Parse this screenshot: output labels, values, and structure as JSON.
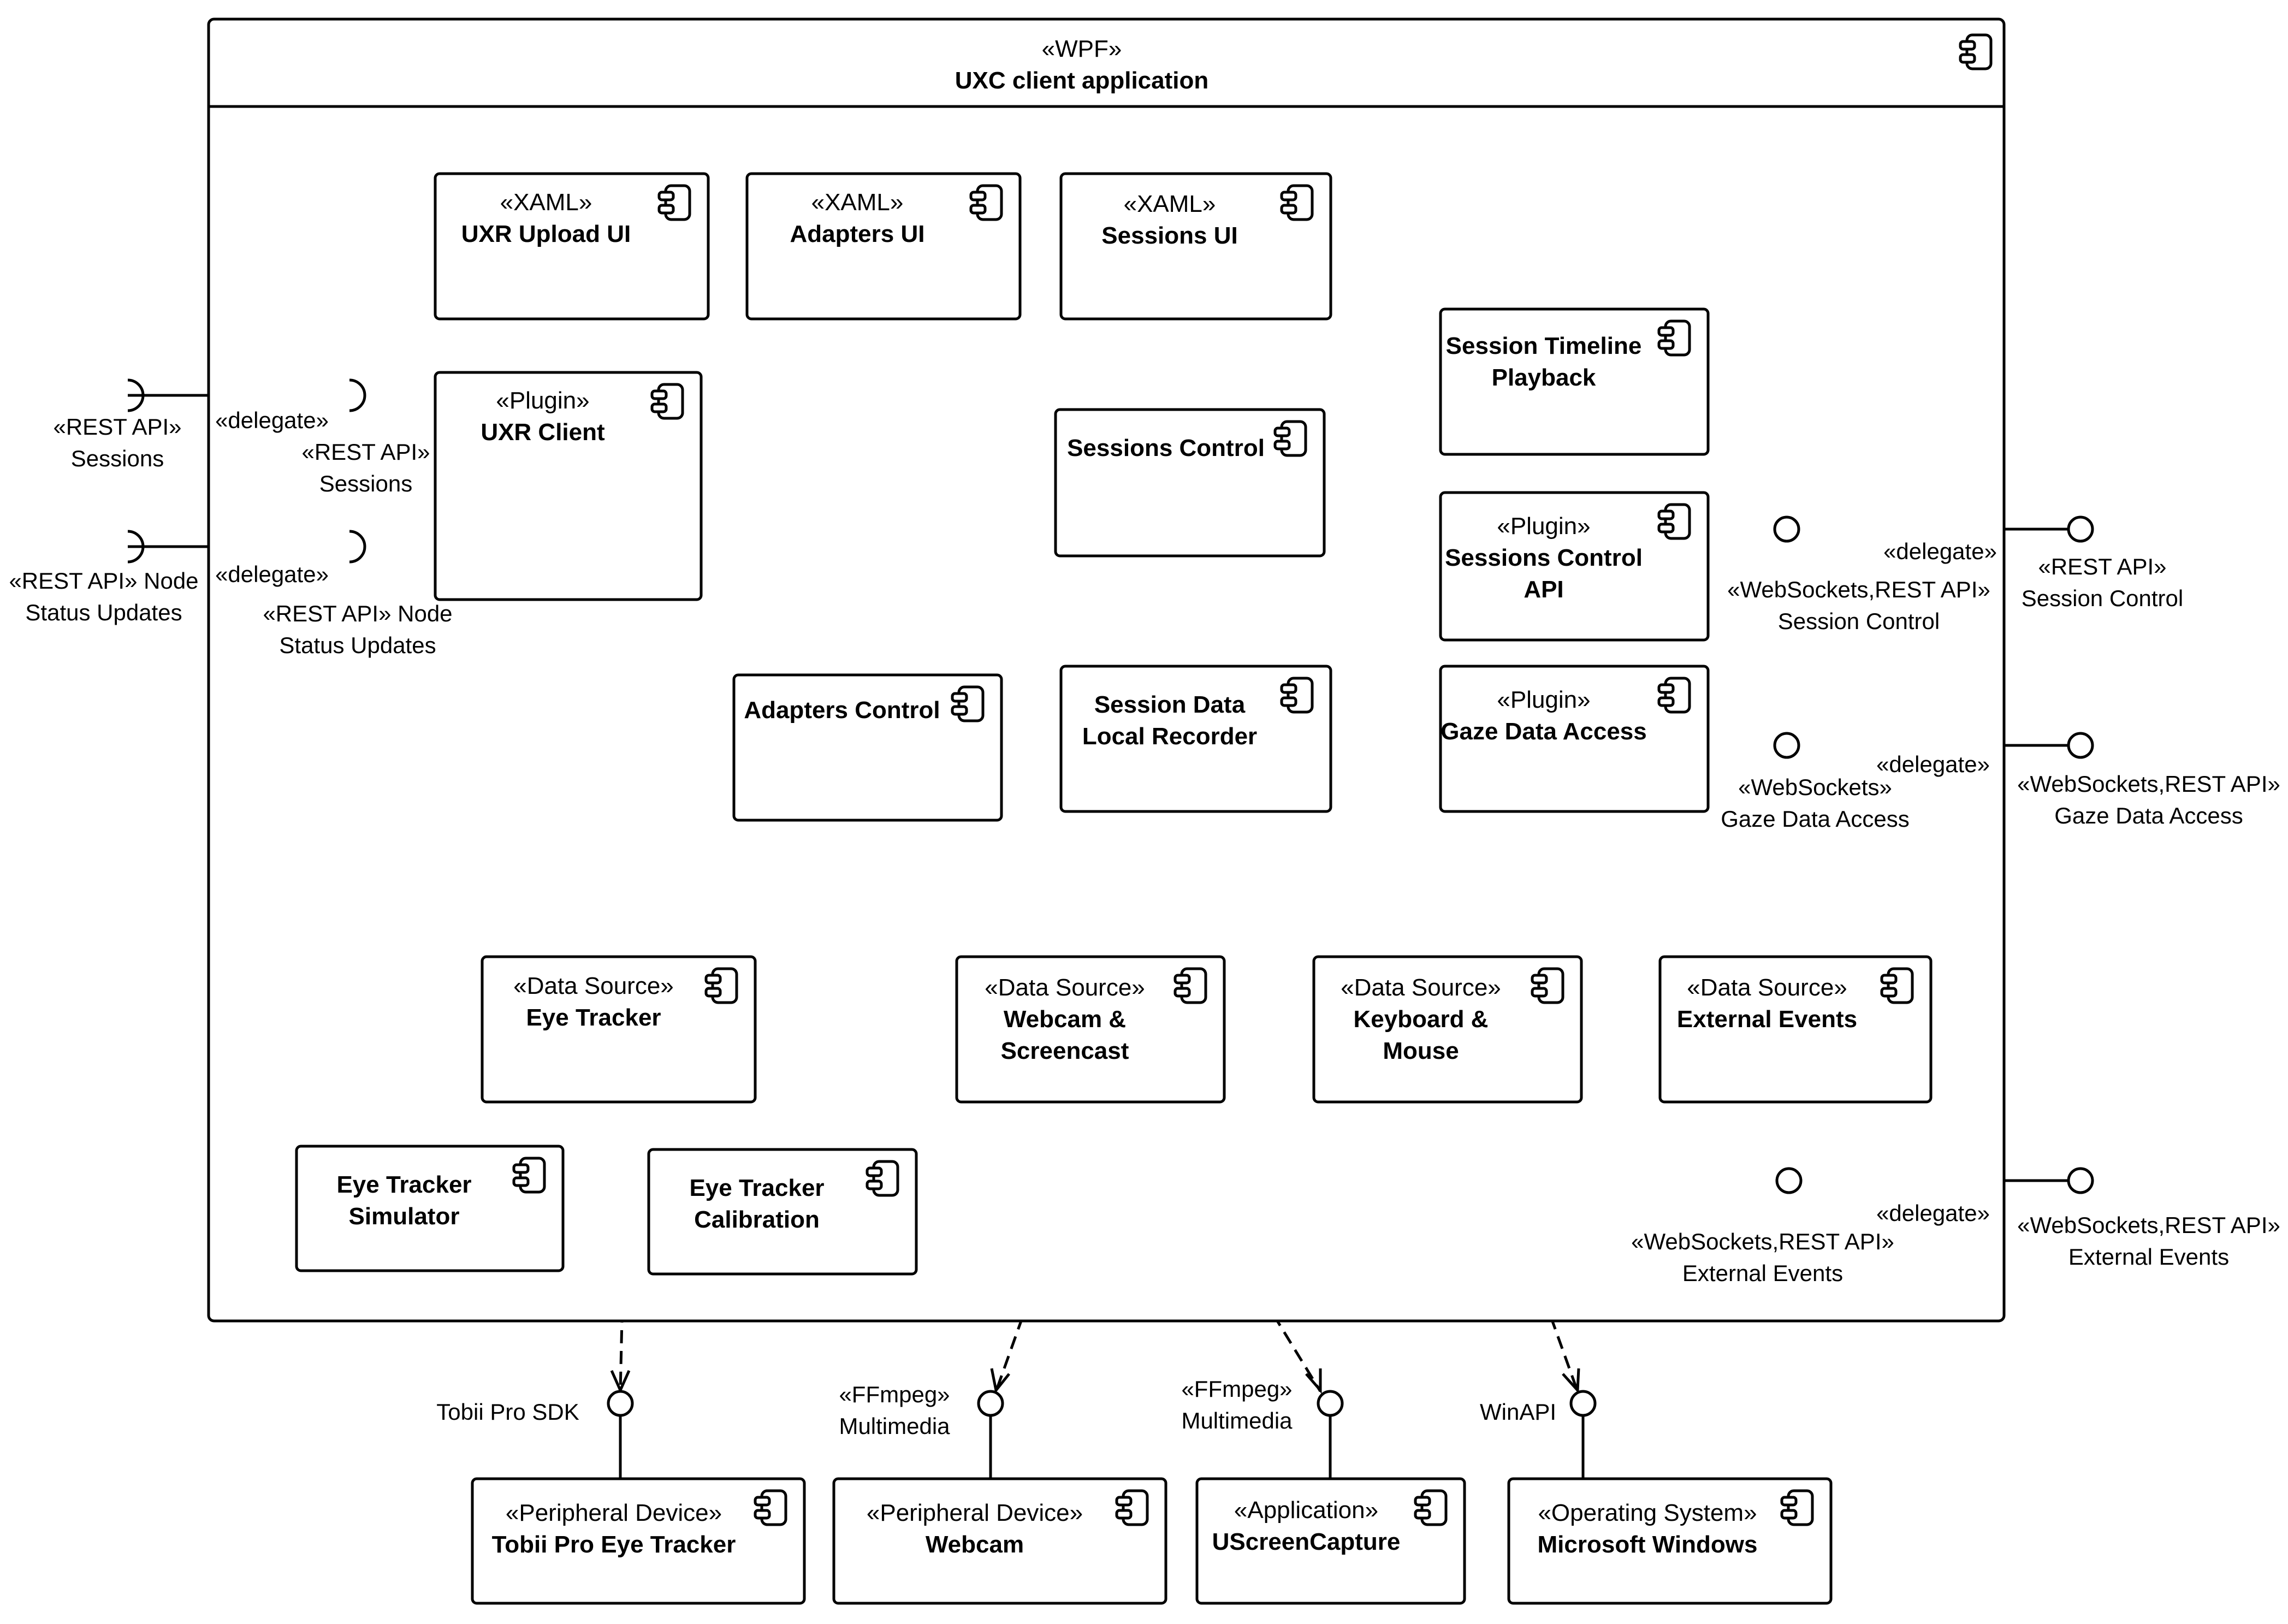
{
  "container": {
    "stereotype": "«WPF»",
    "name": "UXC client application",
    "icon": "component-icon"
  },
  "components": {
    "uxr_upload_ui": {
      "stereotype": "«XAML»",
      "name": [
        "UXR Upload UI"
      ]
    },
    "adapters_ui": {
      "stereotype": "«XAML»",
      "name": [
        "Adapters UI"
      ]
    },
    "sessions_ui": {
      "stereotype": "«XAML»",
      "name": [
        "Sessions UI"
      ]
    },
    "session_timeline": {
      "stereotype": "",
      "name": [
        "Session Timeline",
        "Playback"
      ]
    },
    "uxr_client": {
      "stereotype": "«Plugin»",
      "name": [
        "UXR Client"
      ]
    },
    "sessions_control": {
      "stereotype": "",
      "name": [
        "Sessions Control"
      ]
    },
    "sessions_control_api": {
      "stereotype": "«Plugin»",
      "name": [
        "Sessions Control",
        "API"
      ]
    },
    "adapters_control": {
      "stereotype": "",
      "name": [
        "Adapters Control"
      ]
    },
    "session_data_recorder": {
      "stereotype": "",
      "name": [
        "Session Data",
        "Local Recorder"
      ]
    },
    "gaze_data_access": {
      "stereotype": "«Plugin»",
      "name": [
        "Gaze Data Access"
      ]
    },
    "eye_tracker": {
      "stereotype": "«Data Source»",
      "name": [
        "Eye Tracker"
      ]
    },
    "webcam_screencast": {
      "stereotype": "«Data Source»",
      "name": [
        "Webcam &",
        "Screencast"
      ]
    },
    "keyboard_mouse": {
      "stereotype": "«Data Source»",
      "name": [
        "Keyboard &",
        "Mouse"
      ]
    },
    "external_events": {
      "stereotype": "«Data Source»",
      "name": [
        "External Events"
      ]
    },
    "eye_tracker_simulator": {
      "stereotype": "",
      "name": [
        "Eye Tracker",
        "Simulator"
      ]
    },
    "eye_tracker_calibration": {
      "stereotype": "",
      "name": [
        "Eye Tracker",
        "Calibration"
      ]
    },
    "tobii_eye_tracker": {
      "stereotype": "«Peripheral Device»",
      "name": [
        "Tobii Pro Eye Tracker"
      ]
    },
    "webcam": {
      "stereotype": "«Peripheral  Device»",
      "name": [
        "Webcam"
      ]
    },
    "uscreencapture": {
      "stereotype": "«Application»",
      "name": [
        "UScreenCapture"
      ]
    },
    "microsoft_windows": {
      "stereotype": "«Operating System»",
      "name": [
        "Microsoft Windows"
      ]
    }
  },
  "interface_labels": {
    "rest_sessions_outer": [
      "«REST API»",
      "Sessions"
    ],
    "delegate_1": [
      "«delegate»"
    ],
    "rest_sessions_inner": [
      "«REST API»",
      "Sessions"
    ],
    "rest_node_outer": [
      "«REST API» Node",
      "Status Updates"
    ],
    "delegate_2": [
      "«delegate»"
    ],
    "rest_node_inner": [
      "«REST API» Node",
      "Status Updates"
    ],
    "delegate_3": [
      "«delegate»"
    ],
    "rest_session_control_outer": [
      "«REST API»",
      "Session Control"
    ],
    "ws_session_control_inner": [
      "«WebSockets,REST API»",
      "Session Control"
    ],
    "ws_gaze_inner": [
      "«WebSockets»",
      "Gaze Data Access"
    ],
    "delegate_4": [
      "«delegate»"
    ],
    "ws_gaze_outer": [
      "«WebSockets,REST API»",
      "Gaze Data Access"
    ],
    "delegate_5": [
      "«delegate»"
    ],
    "ws_external_inner": [
      "«WebSockets,REST API»",
      "External Events"
    ],
    "ws_external_outer": [
      "«WebSockets,REST API»",
      "External Events"
    ],
    "tobii_sdk": [
      "Tobii Pro SDK"
    ],
    "ffmpeg_1": [
      "«FFmpeg»",
      "Multimedia"
    ],
    "ffmpeg_2": [
      "«FFmpeg»",
      "Multimedia"
    ],
    "winapi": [
      "WinAPI"
    ]
  }
}
